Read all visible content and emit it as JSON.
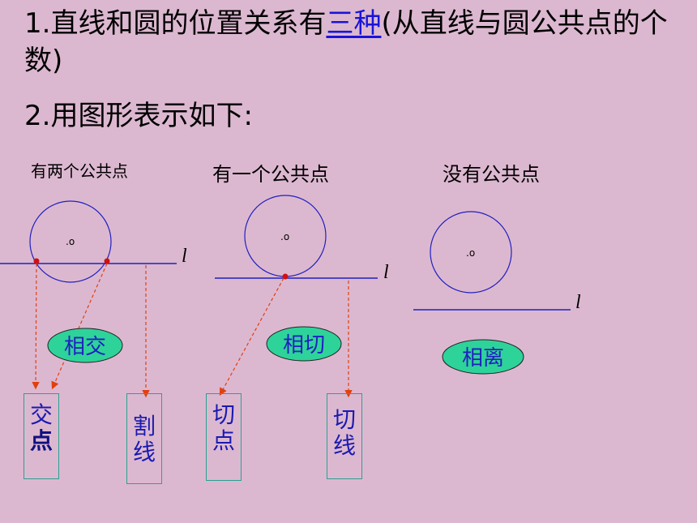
{
  "title1": {
    "prefix": "1.直线和圆的位置关系有",
    "highlight": "三种",
    "suffix": "(从直线与圆公共点的个数)"
  },
  "title2": "2.用图形表示如下:",
  "cases": [
    {
      "heading": "有两个公共点",
      "relation": "相交",
      "center_label": ".o",
      "line_label": "l"
    },
    {
      "heading": "有一个公共点",
      "relation": "相切",
      "center_label": ".o",
      "line_label": "l"
    },
    {
      "heading": "没有公共点",
      "relation": "相离",
      "center_label": ".o",
      "line_label": "l"
    }
  ],
  "boxes": [
    {
      "chars": [
        "交",
        "点"
      ]
    },
    {
      "chars": [
        "割",
        "线"
      ]
    },
    {
      "chars": [
        "切",
        "点"
      ]
    },
    {
      "chars": [
        "切",
        "线"
      ]
    }
  ],
  "colors": {
    "background": "#dcb8d0",
    "line": "#2020c0",
    "ellipse_fill": "#2ed39a",
    "arrow": "#e04010",
    "point": "#d01010"
  }
}
